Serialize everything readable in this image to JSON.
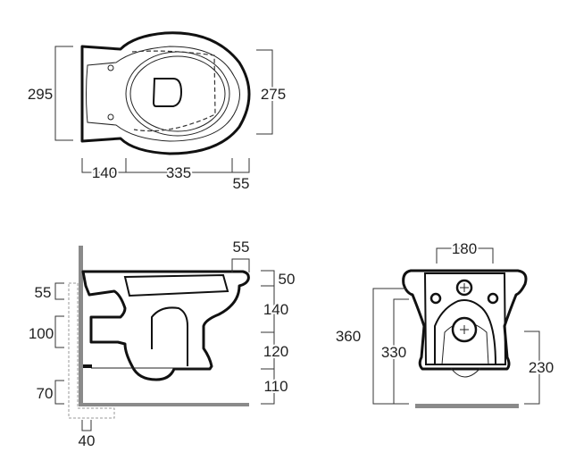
{
  "top_view": {
    "width_rear": "295",
    "width_bowl": "275",
    "length_rear": "140",
    "length_mid": "335",
    "length_front": "55"
  },
  "side_view": {
    "rim_overhang": "55",
    "rim_height": "50",
    "upper_body": "140",
    "lower_body": "120",
    "floor_clearance": "110",
    "inlet_offset": "55",
    "outlet_height": "100",
    "bottom_fixing": "70",
    "wall_depth": "40"
  },
  "front_view": {
    "fixing_centres": "180",
    "overall_height": "360",
    "body_height": "330",
    "outlet_centre_height": "230"
  }
}
